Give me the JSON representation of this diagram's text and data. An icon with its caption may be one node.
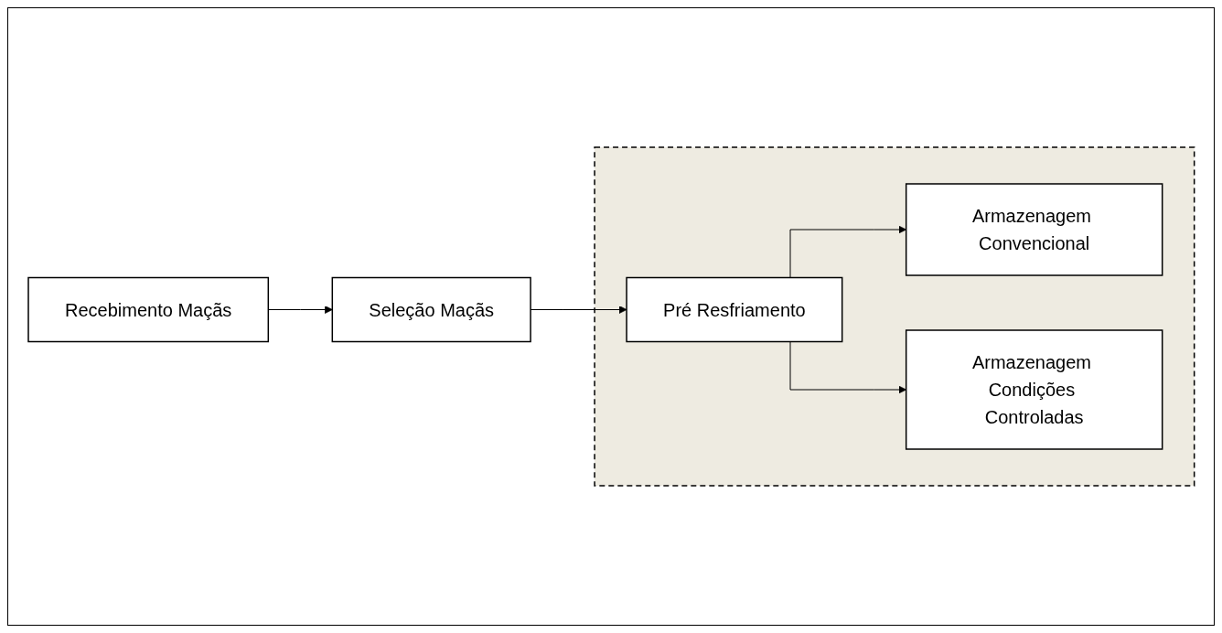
{
  "diagram": {
    "nodes": [
      {
        "text": [
          "Recebimento Maçãs"
        ]
      },
      {
        "text": [
          "Seleção Maçãs"
        ]
      },
      {
        "text": [],
        "shape": "box"
      },
      {
        "text": [
          "Pré Resfriamento"
        ],
        "in": 2
      },
      {
        "text": [
          "Armazenagem Convencional"
        ],
        "in": 2
      },
      {
        "text": [
          "Armazenagem Condições Controladas"
        ],
        "in": 2
      }
    ],
    "edges": [
      {
        "from": 0,
        "to": 1,
        "arrow": "to"
      },
      {
        "from": 1,
        "to": 3,
        "arrow": "to"
      },
      {
        "from": 3,
        "to": 4,
        "arrow": "to"
      },
      {
        "from": 3,
        "to": 5,
        "arrow": "to"
      }
    ]
  }
}
